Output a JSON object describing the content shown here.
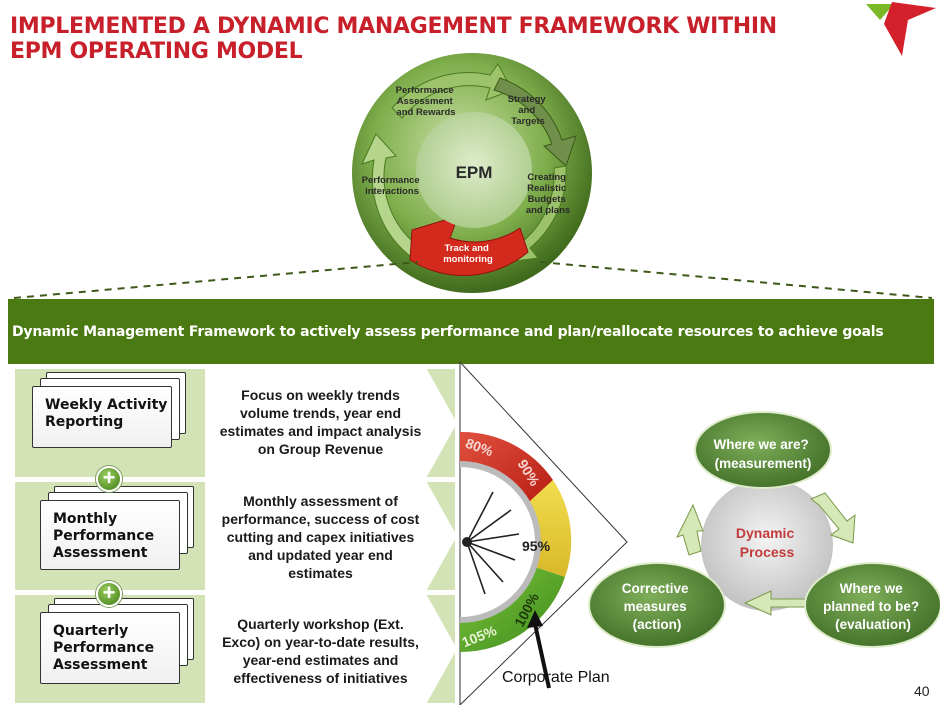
{
  "title": {
    "line1": "IMPLEMENTED A DYNAMIC MANAGEMENT FRAMEWORK WITHIN",
    "line2": "EPM OPERATING MODEL"
  },
  "epm_cycle": {
    "center": "EPM",
    "segments": {
      "perf_assessment": [
        "Performance",
        "Assessment",
        "and Rewards"
      ],
      "strategy": [
        "Strategy",
        "and",
        "Targets"
      ],
      "budgets": [
        "Creating",
        "Realistic",
        "Budgets",
        "and plans"
      ],
      "track": [
        "Track and",
        "monitoring"
      ],
      "interactions": [
        "Performance",
        "interactions"
      ]
    }
  },
  "banner": "Dynamic Management Framework to actively assess performance and plan/reallocate resources to achieve goals",
  "rows": [
    {
      "label": [
        "Weekly Activity",
        "Reporting"
      ],
      "desc": [
        "Focus on weekly trends",
        "volume trends, year end",
        "estimates and impact analysis",
        "on Group Revenue"
      ]
    },
    {
      "label": [
        "Monthly",
        "Performance",
        "Assessment"
      ],
      "desc": [
        "Monthly assessment of",
        "performance, success of cost",
        "cutting and capex initiatives",
        "and updated year end",
        "estimates"
      ]
    },
    {
      "label": [
        "Quarterly",
        "Performance",
        "Assessment"
      ],
      "desc": [
        "Quarterly workshop  (Ext.",
        "Exco) on year-to-date results,",
        "year-end estimates and",
        "effectiveness of initiatives"
      ]
    }
  ],
  "gauge": {
    "labels": {
      "p80": "80%",
      "p90": "90%",
      "p95": "95%",
      "p100": "100%",
      "p105": "105%"
    },
    "plan_label": "Corporate Plan"
  },
  "dynamic_process": {
    "center": [
      "Dynamic",
      "Process"
    ],
    "top": [
      "Where we are?",
      "(measurement)"
    ],
    "right": [
      "Where we",
      "planned to be?",
      "(evaluation)"
    ],
    "left": [
      "Corrective",
      "measures",
      "(action)"
    ]
  },
  "page_number": "40",
  "colors": {
    "title": "#c8202a",
    "banner": "#4c7a12",
    "row_band": "#d3e3b5",
    "gauge_red": "#d42a1e",
    "gauge_yellow": "#e8d23a",
    "gauge_green": "#5fae2e",
    "dynamic_text": "#c23a3a"
  }
}
